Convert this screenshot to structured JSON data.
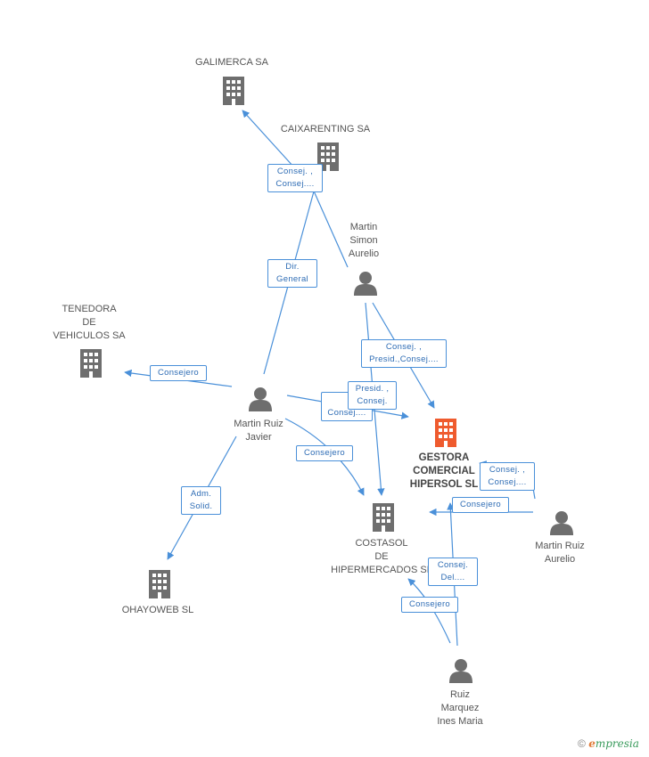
{
  "nodes": {
    "galimerca": {
      "label": "GALIMERCA SA"
    },
    "caixarenting": {
      "label": "CAIXARENTING SA"
    },
    "martin_simon": {
      "label": "Martin\nSimon\nAurelio"
    },
    "tenedora": {
      "label": "TENEDORA\nDE\nVEHICULOS SA"
    },
    "martin_ruiz_javier": {
      "label": "Martin Ruiz\nJavier"
    },
    "gestora": {
      "label": "GESTORA\nCOMERCIAL\nHIPERSOL SL"
    },
    "costasol": {
      "label": "COSTASOL\nDE\nHIPERMERCADOS SL"
    },
    "martin_ruiz_aurelio": {
      "label": "Martin Ruiz\nAurelio"
    },
    "ohayoweb": {
      "label": "OHAYOWEB SL"
    },
    "ruiz_marquez": {
      "label": "Ruiz\nMarquez\nInes Maria"
    }
  },
  "edges": {
    "e1": "Consej. ,\nConsej....",
    "e2": "Dir.\nGeneral",
    "e3": "Consejero",
    "e4": "Consej. ,\nPresid.,Consej....",
    "e5": "Consej....",
    "e6": "Presid. ,\nConsej.",
    "e7": "Consejero",
    "e8": "Consej. ,\nConsej....",
    "e9": "Consejero",
    "e10": "Adm.\nSolid.",
    "e11": "Consej.\nDel....",
    "e12": "Consejero"
  },
  "colors": {
    "edge": "#4a90d9",
    "building": "#6e6e6e",
    "focus_building": "#ef5b2e",
    "person": "#6e6e6e"
  },
  "footer": {
    "copyright": "©",
    "brand_initial": "e",
    "brand_rest": "mpresia"
  }
}
